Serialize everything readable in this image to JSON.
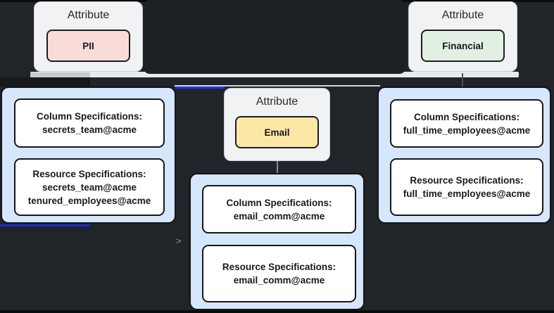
{
  "attributes": [
    {
      "header": "Attribute",
      "label": "PII"
    },
    {
      "header": "Attribute",
      "label": "Financial"
    },
    {
      "header": "Attribute",
      "label": "Email"
    }
  ],
  "spec_groups": [
    {
      "column_title": "Column Specifications:",
      "column_lines": [
        "secrets_team@acme"
      ],
      "resource_title": "Resource Specifications:",
      "resource_lines": [
        "secrets_team@acme",
        "tenured_employees@acme"
      ]
    },
    {
      "column_title": "Column Specifications:",
      "column_lines": [
        "email_comm@acme"
      ],
      "resource_title": "Resource Specifications:",
      "resource_lines": [
        "email_comm@acme"
      ]
    },
    {
      "column_title": "Column Specifications:",
      "column_lines": [
        "full_time_employees@acme"
      ],
      "resource_title": "Resource Specifications:",
      "resource_lines": [
        "full_time_employees@acme"
      ]
    }
  ],
  "decor": {
    "chevron": ">"
  },
  "colors": {
    "canvas_bg": "#212428",
    "attribute_node_bg": "#f1f2f4",
    "pii_chip": "#f9dcd8",
    "financial_chip": "#e2f0e4",
    "email_chip": "#fbe8a6",
    "spec_node_bg": "#d6e6fb",
    "spec_card_bg": "#ffffff",
    "selected_edge_blue": "#2433e6"
  }
}
